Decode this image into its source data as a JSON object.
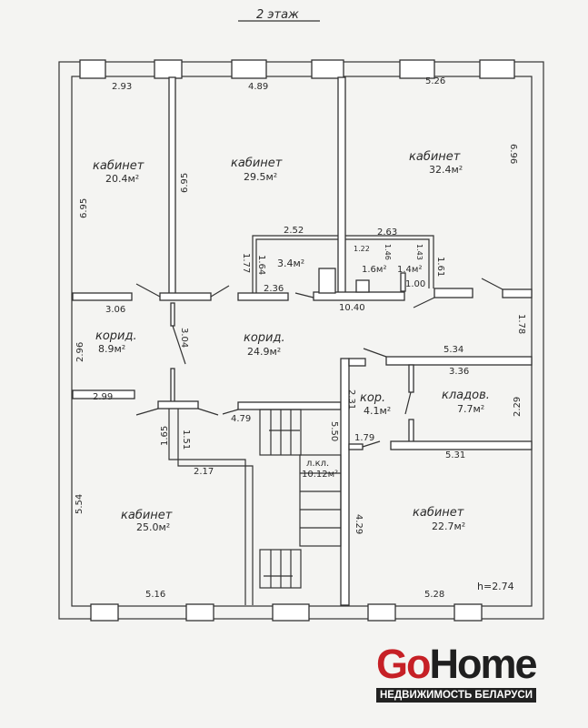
{
  "title": "2 этаж",
  "rooms": [
    {
      "name": "кабинет",
      "area": "20.4м²"
    },
    {
      "name": "кабинет",
      "area": "29.5м²"
    },
    {
      "name": "кабинет",
      "area": "32.4м²"
    },
    {
      "name": "корид.",
      "area": "8.9м²"
    },
    {
      "name": "корид.",
      "area": "24.9м²"
    },
    {
      "name": "кор.",
      "area": "4.1м²"
    },
    {
      "name": "кладов.",
      "area": "7.7м²"
    },
    {
      "name": "л.кл.",
      "area": "10.12м²"
    },
    {
      "name": "кабинет",
      "area": "25.0м²"
    },
    {
      "name": "кабинет",
      "area": "22.7м²"
    }
  ],
  "small_areas": [
    "3.4м²",
    "1.6м²",
    "1.4м²"
  ],
  "dimensions": [
    "2.93",
    "4.89",
    "5.26",
    "6.95",
    "6.95",
    "6.96",
    "2.52",
    "2.63",
    "1.77",
    "1.64",
    "1.22",
    "1.46",
    "1.43",
    "1.61",
    "2.36",
    "1.00",
    "3.06",
    "10.40",
    "1.78",
    "2.96",
    "3.04",
    "5.34",
    "3.36",
    "2.99",
    "2.31",
    "2.29",
    "4.79",
    "1.65",
    "1.51",
    "5.50",
    "1.79",
    "5.31",
    "2.17",
    "5.54",
    "4.29",
    "5.16",
    "5.28"
  ],
  "ceiling_height": "h=2.74",
  "logo": {
    "go": "Go",
    "home": "Home",
    "tagline": "НЕДВИЖИМОСТЬ БЕЛАРУСИ"
  }
}
